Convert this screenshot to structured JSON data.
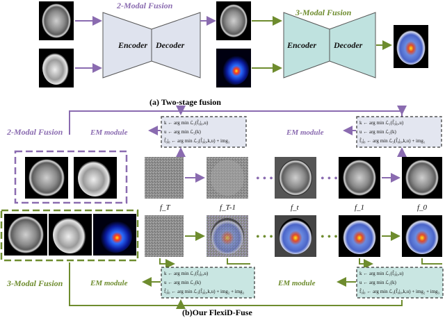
{
  "top": {
    "two_modal_label": "2-Modal Fusion",
    "three_modal_label": "3-Modal Fusion",
    "encoder_1": "Encoder",
    "decoder_1": "Decoder",
    "encoder_2": "Encoder",
    "decoder_2": "Decoder",
    "caption": "(a) Two-stage fusion"
  },
  "bottom": {
    "two_modal_label": "2-Modal Fusion",
    "three_modal_label": "3-Modal Fusion",
    "em_module_label": "EM module",
    "em_box_lines_a": [
      "k ← arg min ℒ₁(f̂₀|₀,u)",
      "u ← arg min ℒ₂(k)",
      "f̂₀|₀ ← arg min ℒ₃(f̂₀|₀,k,u) + img₁"
    ],
    "em_box_lines_b": [
      "k ← arg min ℒ₁(f̂₀|₀,u)",
      "u ← arg min ℒ₂(k)",
      "f̂₀|₀ ← arg min ℒ₃(f̂₀|₀,k,u) + img₂ + img₃"
    ],
    "frame_labels": [
      "f_T",
      "f_T-1",
      "f_t",
      "f_1",
      "f_0"
    ],
    "dots": "• • •",
    "caption": "(b)Our FlexiD-Fuse"
  },
  "colors": {
    "purple": "#8a6bb0",
    "green": "#6e8c2e",
    "encoder_fill_1": "#dfe3ee",
    "encoder_fill_2": "#bfe2df",
    "em_fill_purple": "#e3e6f0",
    "em_fill_green": "#c9e6e2"
  }
}
